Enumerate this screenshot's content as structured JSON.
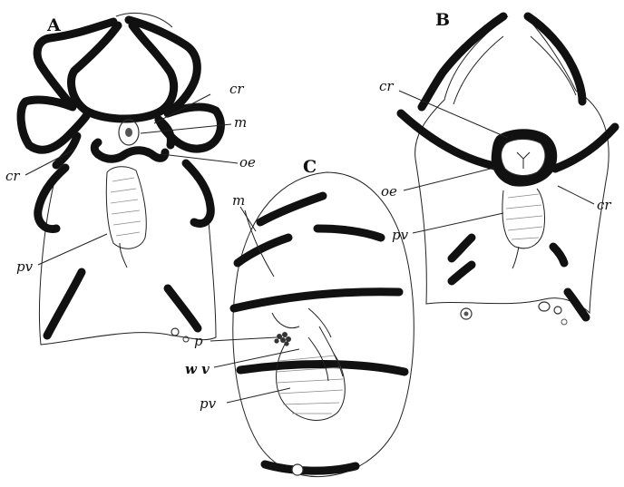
{
  "figure": {
    "panels": [
      {
        "id": "A",
        "label": "A"
      },
      {
        "id": "B",
        "label": "B"
      },
      {
        "id": "C",
        "label": "C"
      }
    ],
    "labels": {
      "a_cr_top": "cr",
      "a_m": "m",
      "a_oe": "oe",
      "a_cr_left": "cr",
      "a_pv": "pv",
      "b_cr_left": "cr",
      "b_oe": "oe",
      "b_cr_right": "cr",
      "b_pv": "pv",
      "c_m": "m",
      "c_p": "p",
      "c_wv": "w v",
      "c_pv": "pv"
    }
  }
}
